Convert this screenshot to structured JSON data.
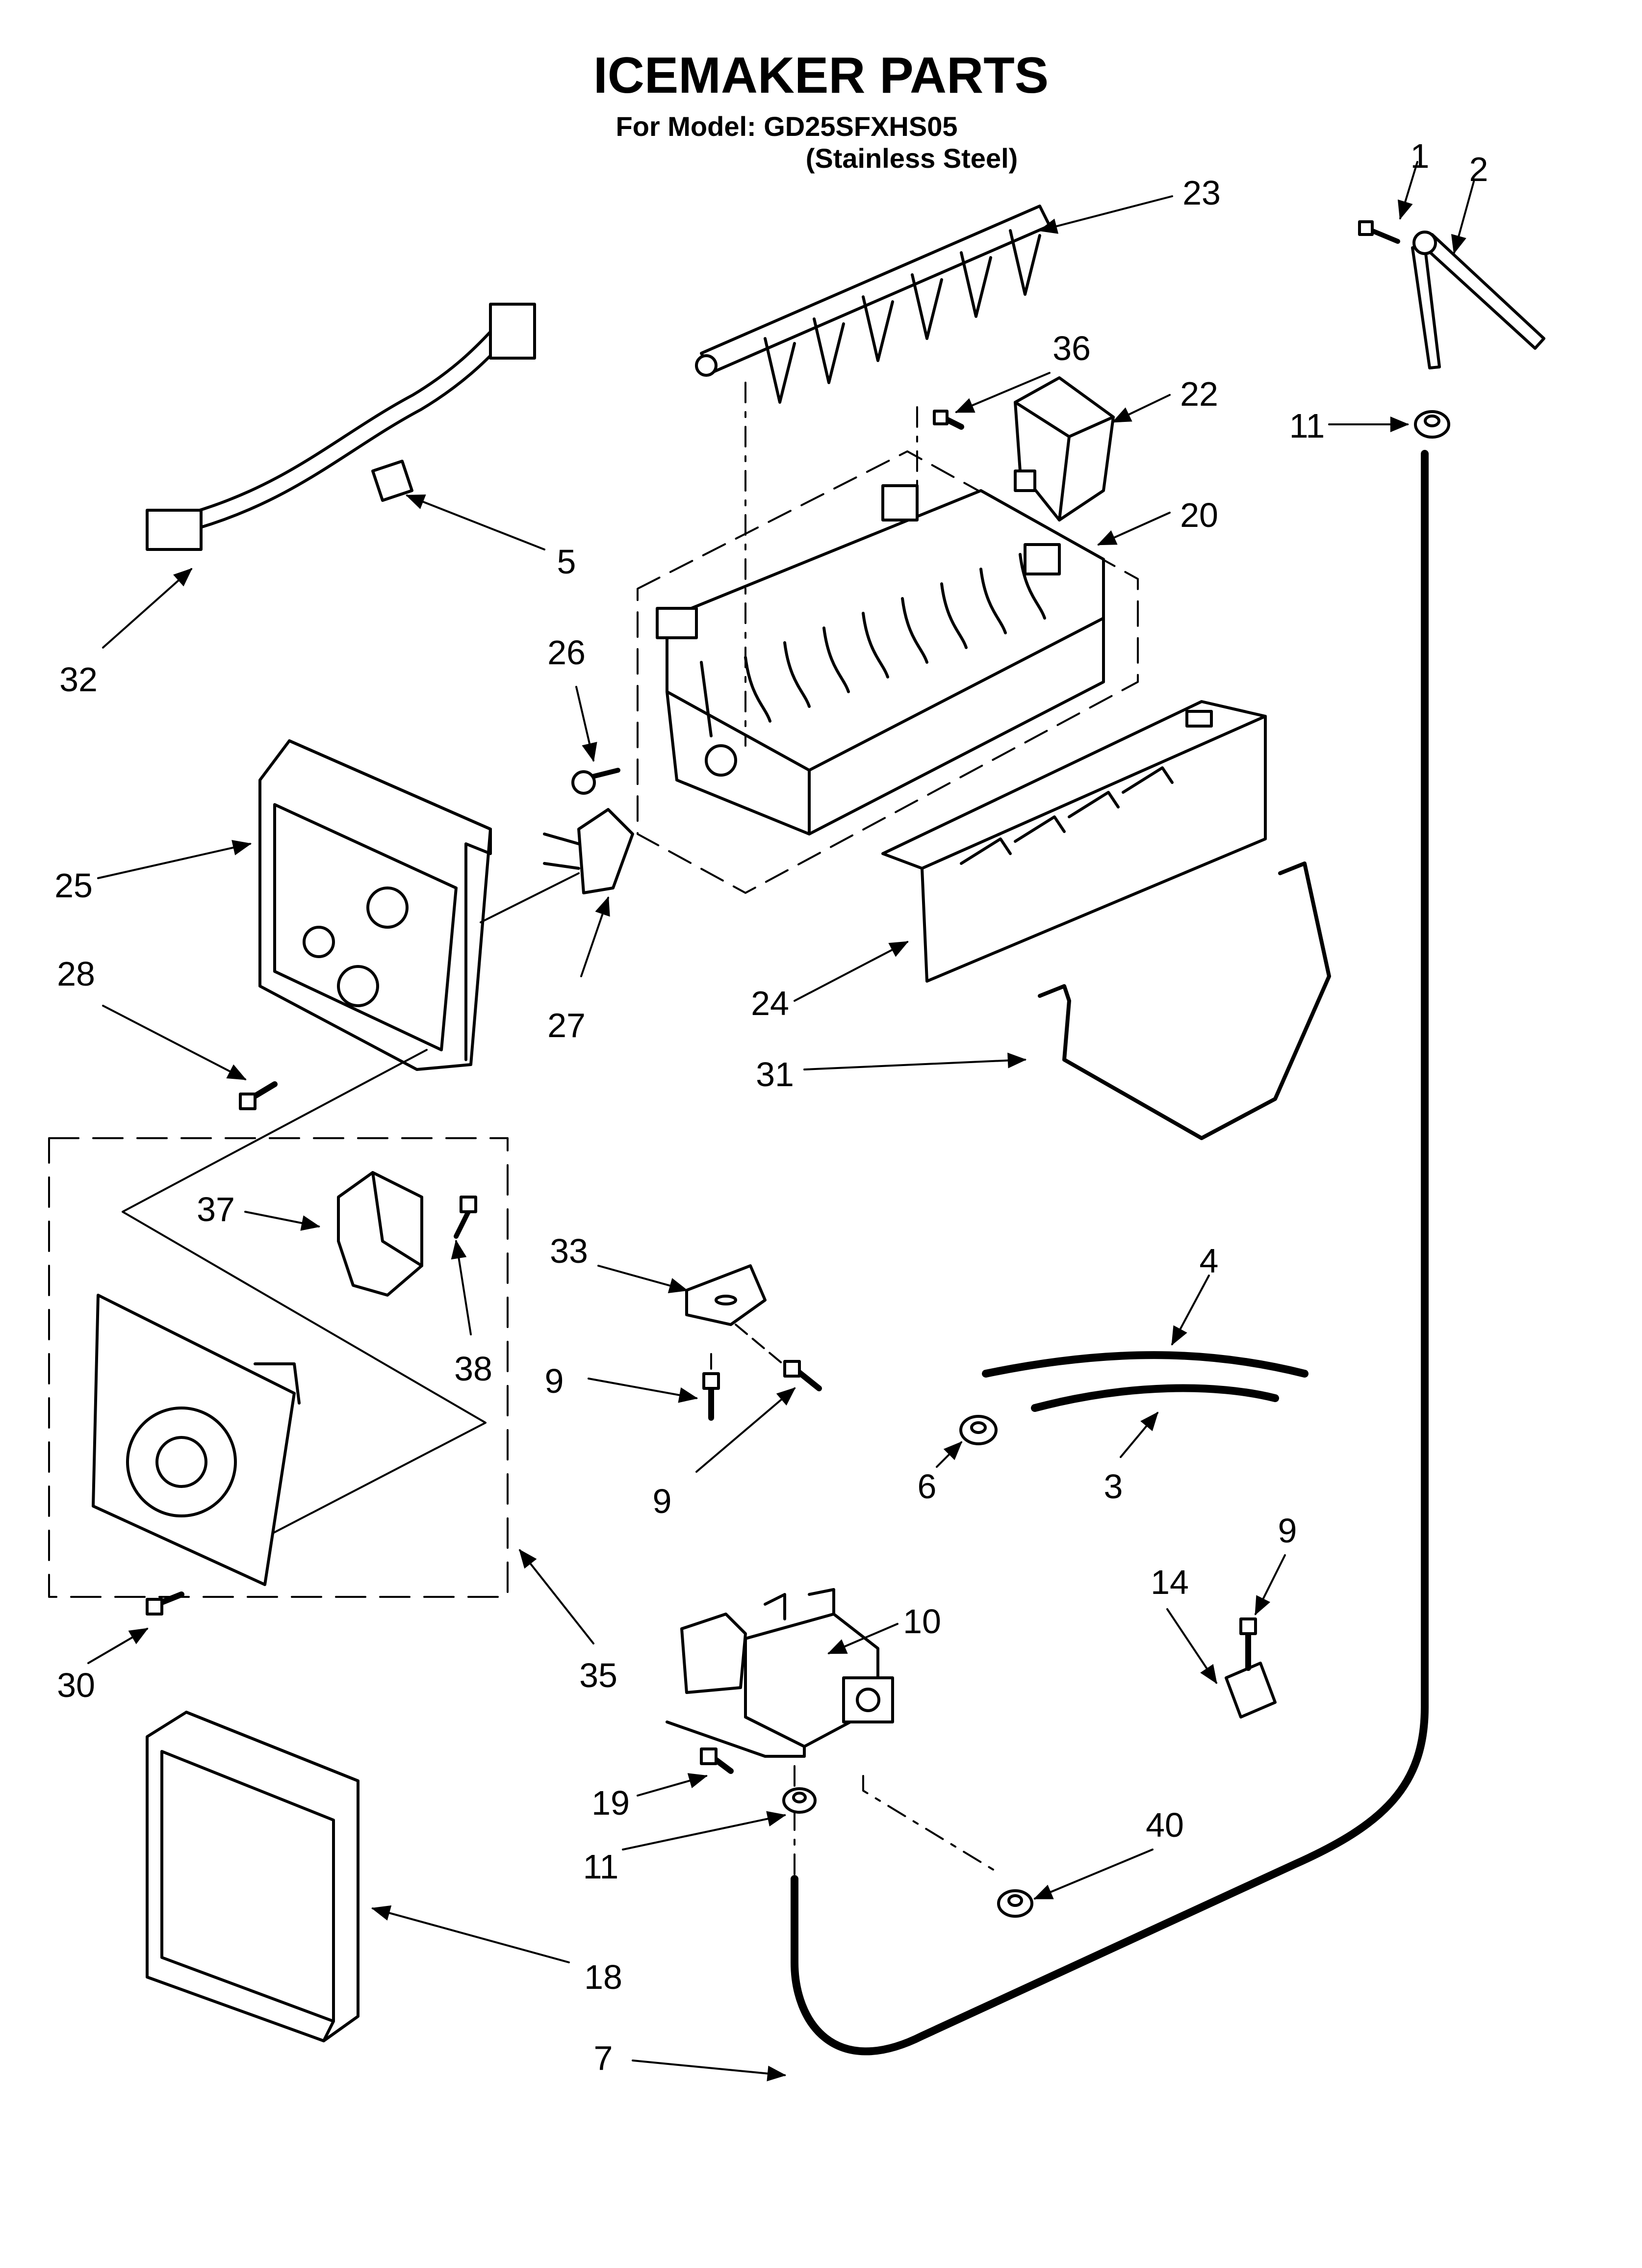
{
  "title": "ICEMAKER PARTS",
  "model_line": "For Model: GD25SFXHS05",
  "variant_line": "(Stainless Steel)",
  "callouts": [
    {
      "id": "c1",
      "label": "1"
    },
    {
      "id": "c2",
      "label": "2"
    },
    {
      "id": "c23",
      "label": "23"
    },
    {
      "id": "c36",
      "label": "36"
    },
    {
      "id": "c22",
      "label": "22"
    },
    {
      "id": "c11a",
      "label": "11"
    },
    {
      "id": "c20",
      "label": "20"
    },
    {
      "id": "c5",
      "label": "5"
    },
    {
      "id": "c32",
      "label": "32"
    },
    {
      "id": "c26",
      "label": "26"
    },
    {
      "id": "c25",
      "label": "25"
    },
    {
      "id": "c28",
      "label": "28"
    },
    {
      "id": "c27",
      "label": "27"
    },
    {
      "id": "c24",
      "label": "24"
    },
    {
      "id": "c31",
      "label": "31"
    },
    {
      "id": "c37",
      "label": "37"
    },
    {
      "id": "c38",
      "label": "38"
    },
    {
      "id": "c33",
      "label": "33"
    },
    {
      "id": "c9a",
      "label": "9"
    },
    {
      "id": "c9b",
      "label": "9"
    },
    {
      "id": "c4",
      "label": "4"
    },
    {
      "id": "c6",
      "label": "6"
    },
    {
      "id": "c3",
      "label": "3"
    },
    {
      "id": "c9c",
      "label": "9"
    },
    {
      "id": "c14",
      "label": "14"
    },
    {
      "id": "c10",
      "label": "10"
    },
    {
      "id": "c30",
      "label": "30"
    },
    {
      "id": "c35",
      "label": "35"
    },
    {
      "id": "c19",
      "label": "19"
    },
    {
      "id": "c11b",
      "label": "11"
    },
    {
      "id": "c40",
      "label": "40"
    },
    {
      "id": "c18",
      "label": "18"
    },
    {
      "id": "c7",
      "label": "7"
    }
  ]
}
